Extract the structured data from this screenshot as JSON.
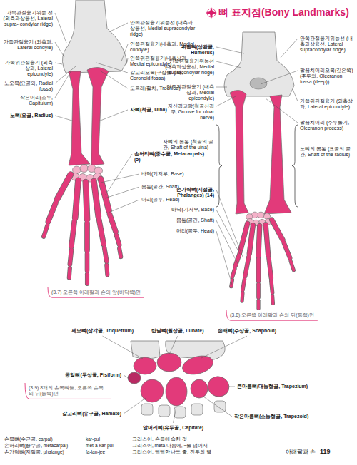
{
  "diagram": {
    "title": "뼈 표지점(Bony Landmarks)",
    "labels": [
      "가쪽관절융기위능 선(외측과상융선, Lateral supra- condylar ridge)",
      "가쪽관절융기 (외측과, Lateral condyle)",
      "가쪽위관절융기 (외측상과, Lateral epicondyle)",
      "노오목(요골와, Radial fossa)",
      "작은머리(소두, Capitulum)",
      "노뼈(요골, Radius)",
      "안쪽관절융기위능선 (내측과상융선, Medial supracondylar ridge)",
      "안쪽관절융기(내측과, Medial condyle)",
      "안쪽위관절융기(내측상과, Medial epicondyle)",
      "갈고리오목(구상돌기와, Coronoid fossa)",
      "도르래(활차, Trochlea)",
      "자뼈(척골, Ulna)",
      "손허리뼈(중수골, Metacarpals) (5)",
      "바닥(기저부, Base)",
      "몸통(골간, Shaft)",
      "머리(골두, Head)",
      "(3.7) 오른쪽 아래팔과 손의 앞(바닥쪽)면",
      "위팔뼈(상완골, Humerus)",
      "안쪽관절융기위능선 (내측과상융선, Medial supracondylar ridge)",
      "안쪽위관절융기 (내측상과, Medial epicondyle)",
      "자신경고랑(척골신경구, Groove for ulnar nerve)",
      "자뼈의 몸통 (척골의 골간, Shaft of the ulna)",
      "손가락뼈(지절골, Phalanges) (14)",
      "바닥(기저부, Base)",
      "몸통(골간, Shaft)",
      "머리(골두, Head)",
      "안쪽관절융기위능선 (내측과상융선, Lateral supracondylar ridge)",
      "팔꿈치머리오목(깊은쪽) (주두와, Olecranon fossa (deep))",
      "가쪽위관절융기 (외측상과, Lateral epicondyle)",
      "팔꿈치머리 (주두돌기, Olecranon process)",
      "노뼈의 몸통 (요골의 골간, Shaft of the radius)",
      "(3.8) 오른쪽 아래팔과 손의 뒤(등쪽)면",
      "세모뼈(삼각골, Triquetrum)",
      "반달뼈(월상골, Lunate)",
      "손배뼈(주상골, Scaphoid)",
      "콩알뼈(두상골, Pisiform)",
      "큰마름뼈(대능형골, Trapezium)",
      "갈고리뼈(유구골, Hamate)",
      "알머리뼈(유두골, Capitate)",
      "작은마름뼈(소능형골, Trapezoid)",
      "(3.9) 8개의 손목뼈들, 오른쪽 손목의 뒤(등쪽)면",
      "손목뼈(수근골, carpal)",
      "손허리뼈(중수골, metacarpal)",
      "손가락뼈(지절골, phalange)",
      "kar-pul",
      "met-a-kar-pul",
      "fa-lan-jee",
      "그리스어, 손목에 속한 것",
      "그리스어, meta 다음에, ~을 넘어서",
      "그리스어, 뻑뻑한 나도 줄, 전투의 열",
      "아래팔과 손",
      "119"
    ]
  }
}
